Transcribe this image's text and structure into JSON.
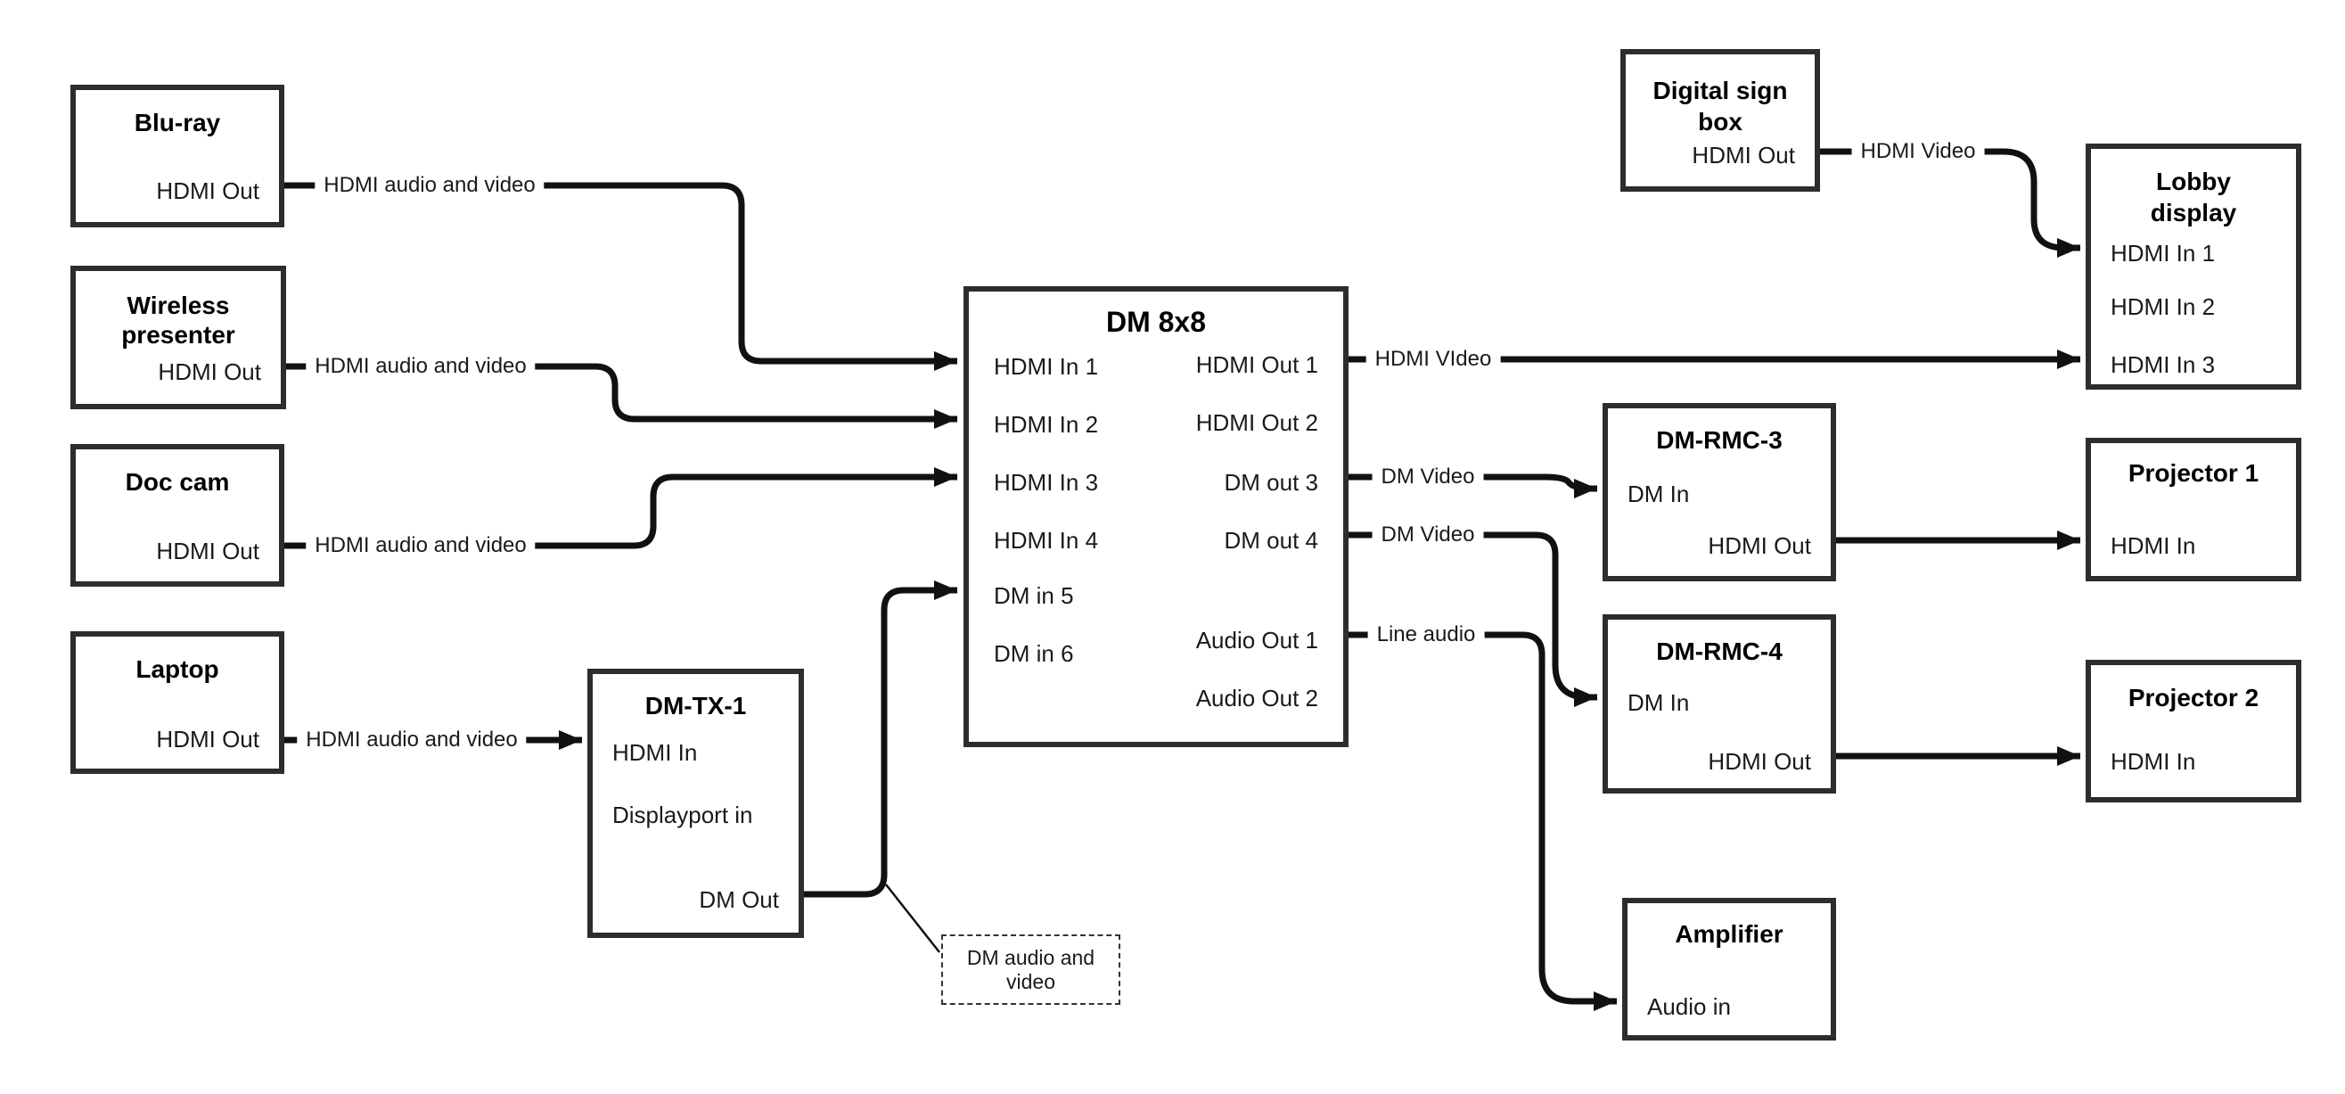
{
  "nodes": {
    "bluray": {
      "title": "Blu-ray",
      "port_hdmi_out": "HDMI Out"
    },
    "wireless_presenter": {
      "title_line1": "Wireless",
      "title_line2": "presenter",
      "port_hdmi_out": "HDMI Out"
    },
    "doc_cam": {
      "title": "Doc cam",
      "port_hdmi_out": "HDMI Out"
    },
    "laptop": {
      "title": "Laptop",
      "port_hdmi_out": "HDMI Out"
    },
    "dm_tx_1": {
      "title": "DM-TX-1",
      "port_hdmi_in": "HDMI In",
      "port_displayport_in": "Displayport in",
      "port_dm_out": "DM Out"
    },
    "dm_8x8": {
      "title": "DM 8x8",
      "inputs": [
        "HDMI In 1",
        "HDMI In 2",
        "HDMI In 3",
        "HDMI In 4",
        "DM in 5",
        "DM in 6"
      ],
      "outputs": [
        "HDMI Out 1",
        "HDMI Out 2",
        "DM out 3",
        "DM out 4",
        "Audio Out 1",
        "Audio Out 2"
      ]
    },
    "digital_sign_box": {
      "title_line1": "Digital sign",
      "title_line2": "box",
      "port_hdmi_out": "HDMI Out"
    },
    "lobby_display": {
      "title_line1": "Lobby",
      "title_line2": "display",
      "ports": [
        "HDMI In 1",
        "HDMI In 2",
        "HDMI In 3"
      ]
    },
    "dm_rmc_3": {
      "title": "DM-RMC-3",
      "port_dm_in": "DM In",
      "port_hdmi_out": "HDMI Out"
    },
    "projector_1": {
      "title": "Projector 1",
      "port_hdmi_in": "HDMI In"
    },
    "dm_rmc_4": {
      "title": "DM-RMC-4",
      "port_dm_in": "DM In",
      "port_hdmi_out": "HDMI Out"
    },
    "projector_2": {
      "title": "Projector 2",
      "port_hdmi_in": "HDMI In"
    },
    "amplifier": {
      "title": "Amplifier",
      "port_audio_in": "Audio in"
    },
    "note": {
      "line1": "DM audio and",
      "line2": "video"
    }
  },
  "wire_labels": {
    "bluray_to_dm8x8": "HDMI audio and video",
    "wireless_to_dm8x8": "HDMI audio and video",
    "doccam_to_dm8x8": "HDMI audio and video",
    "laptop_to_dmtx1": "HDMI audio and video",
    "hdmi_out1_to_lobby": "HDMI VIdeo",
    "digital_sign_to_lobby": "HDMI Video",
    "dm_out3_to_rmc3": "DM Video",
    "dm_out4_to_rmc4": "DM Video",
    "audio_out1_to_amp": "Line audio"
  },
  "colors": {
    "background": "#ffffff",
    "box_border": "#2d2d2d",
    "wire": "#111111",
    "text": "#1a1a1a"
  }
}
